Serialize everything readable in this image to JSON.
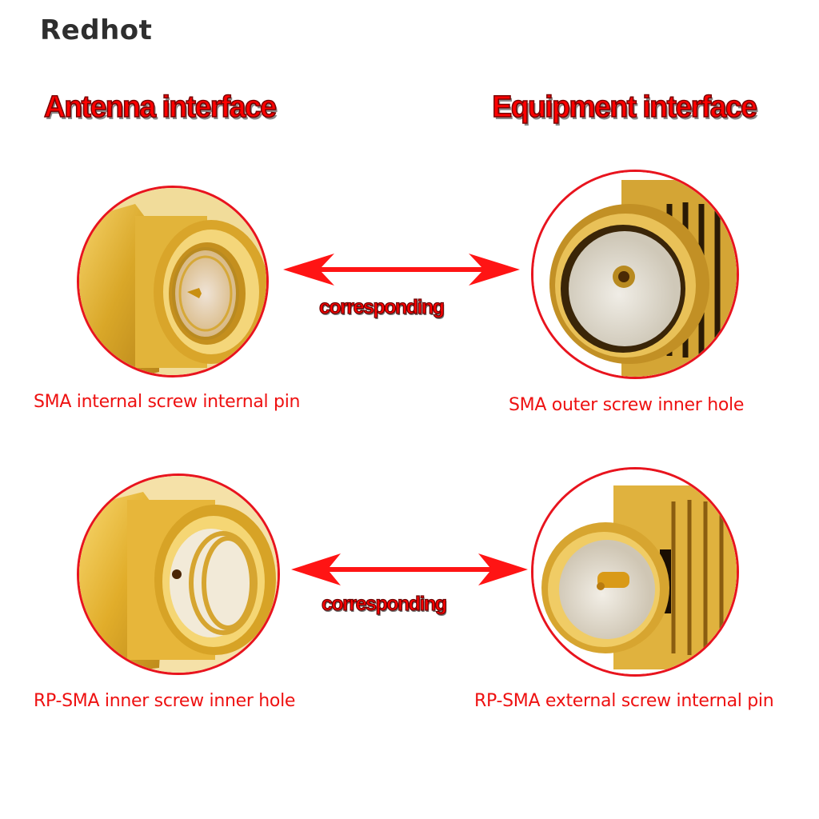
{
  "brand": {
    "name": "Redhot"
  },
  "headings": {
    "left": "Antenna interface",
    "right": "Equipment interface"
  },
  "rows": [
    {
      "left_label": "SMA internal screw internal pin",
      "right_label": "SMA outer screw inner hole",
      "connector_text": "corresponding",
      "left_image": "sma-male-connector-internal-pin",
      "right_image": "sma-female-connector-inner-hole"
    },
    {
      "left_label": "RP-SMA inner screw inner hole",
      "right_label": "RP-SMA external screw internal pin",
      "connector_text": "corresponding",
      "left_image": "rp-sma-male-connector-inner-hole",
      "right_image": "rp-sma-female-connector-internal-pin"
    }
  ],
  "colors": {
    "accent_red": "#ff0000",
    "label_red": "#ee1111",
    "circle_border": "#e8141e",
    "gold": "#e0b030"
  },
  "icons": {
    "arrow": "double-headed-arrow-icon"
  }
}
